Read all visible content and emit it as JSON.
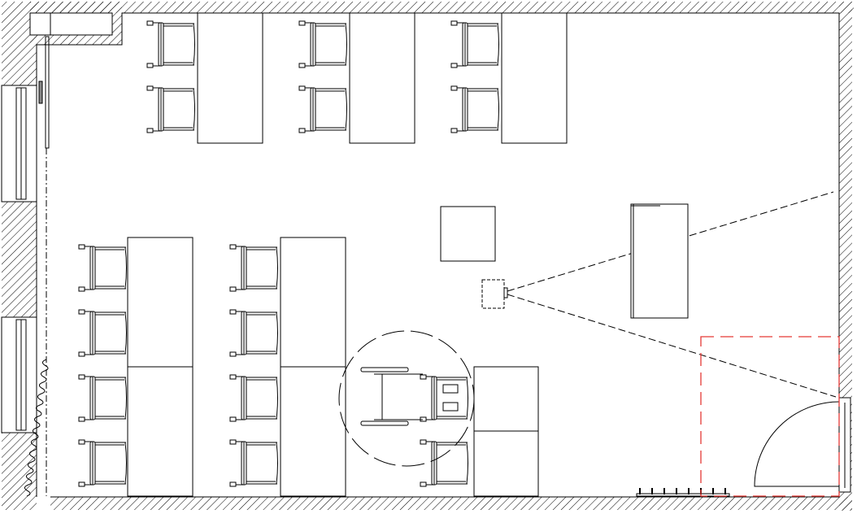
{
  "diagram": {
    "kind": "floor-plan",
    "colors": {
      "line": "#000000",
      "hatch": "#000000",
      "clearance_zone": "#e53935",
      "background": "#ffffff"
    },
    "elements": {
      "table_groups": [
        "top-row",
        "left-column",
        "middle-column",
        "right-pair"
      ],
      "has_wheelchair": true,
      "has_projector": true,
      "has_screen": true,
      "has_radiator": true,
      "has_curtain": true,
      "has_sliding_door": true,
      "has_swing_door": true
    }
  }
}
